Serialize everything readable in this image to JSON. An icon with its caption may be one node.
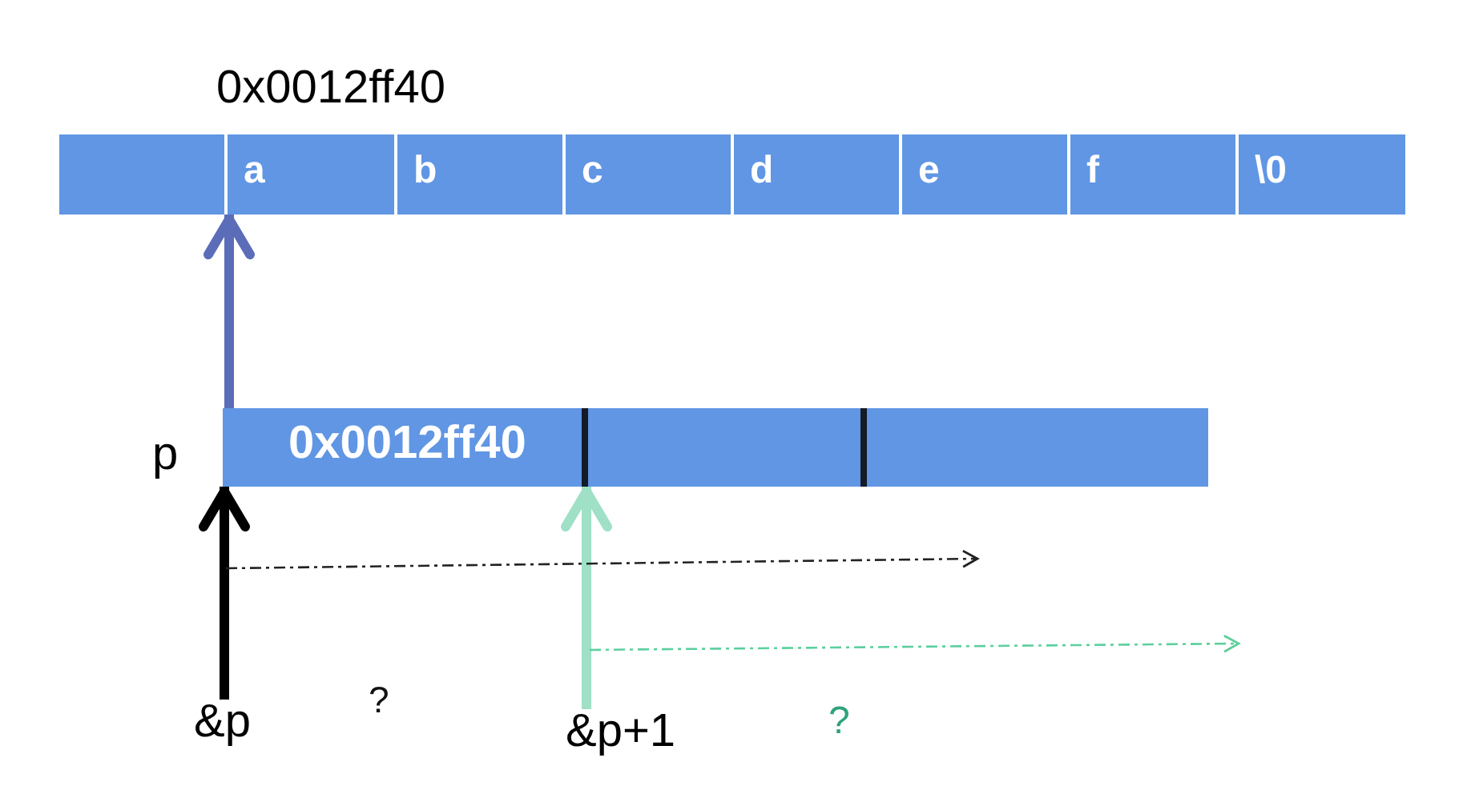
{
  "diagram": {
    "nodes": [
      {
        "text": [],
        "shape": "box"
      },
      {
        "text": [
          "a"
        ],
        "beside": [
          "0x0012ff40"
        ]
      },
      {
        "text": [
          "b"
        ]
      },
      {
        "text": [
          "c"
        ]
      },
      {
        "text": [
          "d"
        ]
      },
      {
        "text": [
          "e"
        ]
      },
      {
        "text": [
          "f"
        ]
      },
      {
        "text": [
          "\\0"
        ]
      },
      {
        "text": [
          "0x0012ff40"
        ],
        "beside": [
          "p"
        ]
      },
      {
        "text": [],
        "shape": "box"
      },
      {
        "text": [],
        "shape": "box"
      },
      {
        "text": [
          "&p"
        ]
      },
      {
        "text": [
          "&p+1"
        ]
      }
    ],
    "edges": [
      {
        "from": 8,
        "to": 1,
        "arrow": "to",
        "color": "#5b6db8"
      },
      {
        "from": 11,
        "to": 8,
        "arrow": "to",
        "color": "#000000"
      },
      {
        "from": 12,
        "to": 9,
        "arrow": "to",
        "color": "#9fe0c6"
      }
    ],
    "labels": [
      "?",
      "?"
    ]
  }
}
